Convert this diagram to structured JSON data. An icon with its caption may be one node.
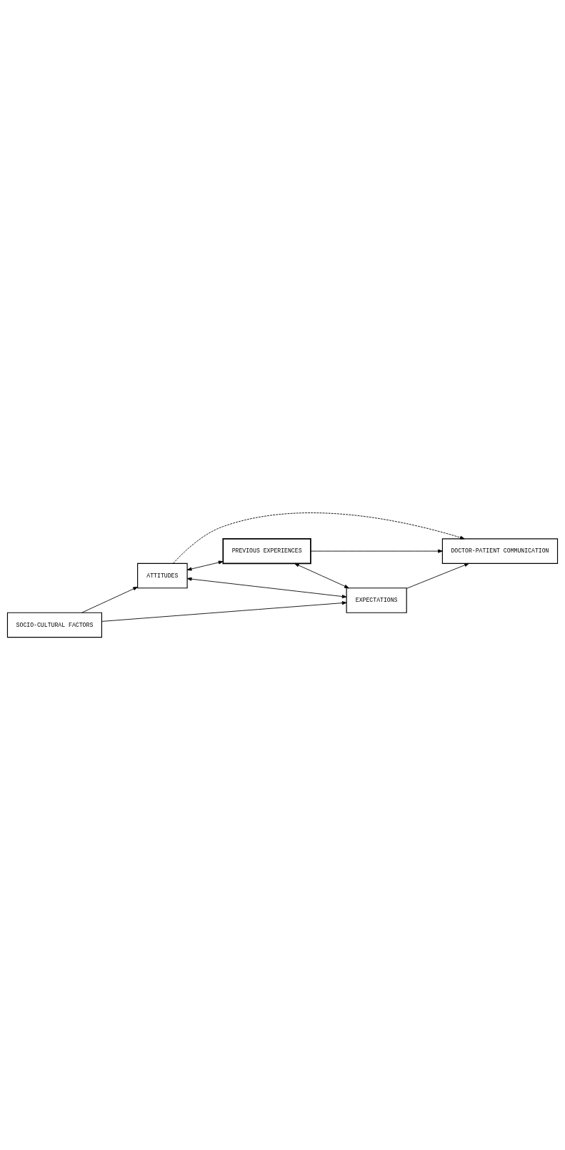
{
  "diagram": {
    "nodes": [
      {
        "text": [
          "DOCTOR-PATIENT COMMUNICATION"
        ]
      },
      {
        "text": [
          "PREVIOUS EXPERIENCES"
        ]
      },
      {
        "text": [
          "ATTITUDES"
        ]
      },
      {
        "text": [
          "EXPECTATIONS"
        ]
      },
      {
        "text": [
          "SOCIO-CULTURAL FACTORS"
        ]
      }
    ],
    "edges": [
      {
        "from": 2,
        "to": 0,
        "arrow": "to",
        "style": "dashed"
      },
      {
        "from": 1,
        "to": 0,
        "arrow": "to"
      },
      {
        "from": 3,
        "to": 0,
        "arrow": "to"
      },
      {
        "from": 2,
        "to": 1,
        "arrow": "both"
      },
      {
        "from": 1,
        "to": 3,
        "arrow": "both"
      },
      {
        "from": 2,
        "to": 3,
        "arrow": "both"
      },
      {
        "from": 4,
        "to": 2,
        "arrow": "to"
      },
      {
        "from": 4,
        "to": 3,
        "arrow": "to"
      }
    ]
  }
}
